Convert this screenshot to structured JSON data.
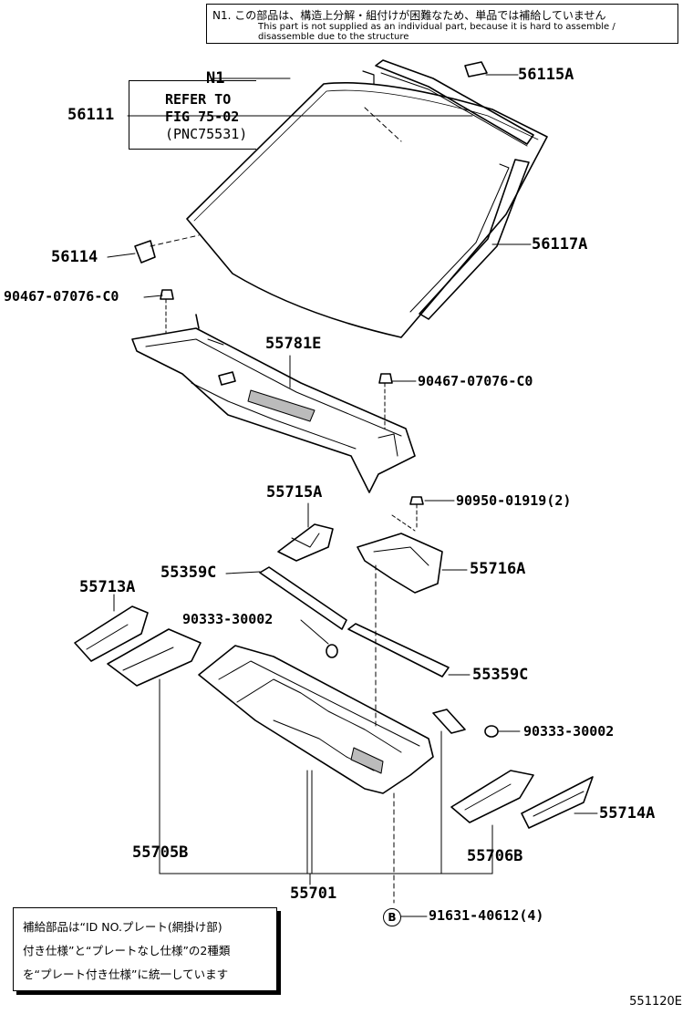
{
  "note_top": {
    "jp": "N1. この部品は、構造上分解・組付けが困難なため、単品では補給していません",
    "en_line1": "This part is not supplied as an individual part, because it is hard to assemble /",
    "en_line2": "disassemble due to the structure"
  },
  "reference": {
    "n1": "N1",
    "line1": "REFER TO",
    "line2": "FIG 75-02",
    "line3": "(PNC75531)"
  },
  "parts": {
    "p56111": "56111",
    "p56115A": "56115A",
    "p56114": "56114",
    "p56117A": "56117A",
    "p90467_left": "90467-07076-C0",
    "p55781E": "55781E",
    "p90467_right": "90467-07076-C0",
    "p55715A": "55715A",
    "p90950": "90950-01919(2)",
    "p55359C_top": "55359C",
    "p55716A": "55716A",
    "p55713A": "55713A",
    "p90333_left": "90333-30002",
    "p55359C_bottom": "55359C",
    "p90333_right": "90333-30002",
    "p55714A": "55714A",
    "p55705B": "55705B",
    "p55706B": "55706B",
    "p55701": "55701",
    "p91631": "91631-40612(4)"
  },
  "b_marker": "B",
  "note_bottom": {
    "line1": "補給部品は“ID NO.プレート(網掛け部)",
    "line2": "付き仕様”と“プレートなし仕様”の2種類",
    "line3": "を“プレート付き仕様”に統一しています"
  },
  "figure_code": "551120E"
}
